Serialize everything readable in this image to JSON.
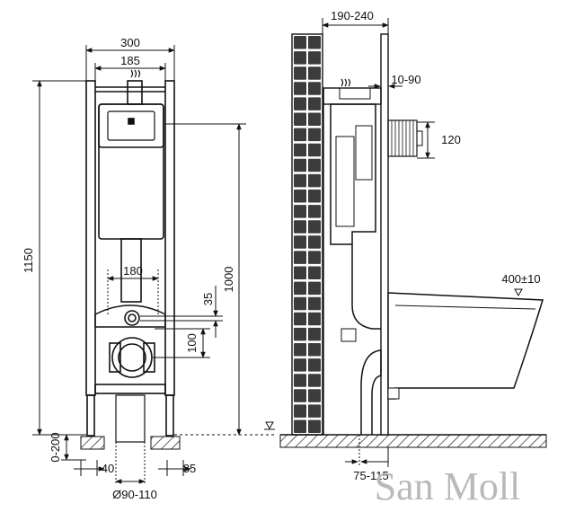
{
  "dimensions": {
    "frame_width": "300",
    "inner_width": "185",
    "height_total": "1150",
    "tank_height": "1000",
    "pipe_spacing": "180",
    "offset_35": "35",
    "offset_100": "100",
    "leg_adjust": "0-200",
    "leg_left": "40",
    "leg_right": "85",
    "drain_diameter": "Ø90-110",
    "depth": "190-240",
    "panel_gap": "10-90",
    "stud_height": "120",
    "bowl_height": "400±10",
    "floor_offset": "75-115"
  },
  "watermark": "San Moll"
}
